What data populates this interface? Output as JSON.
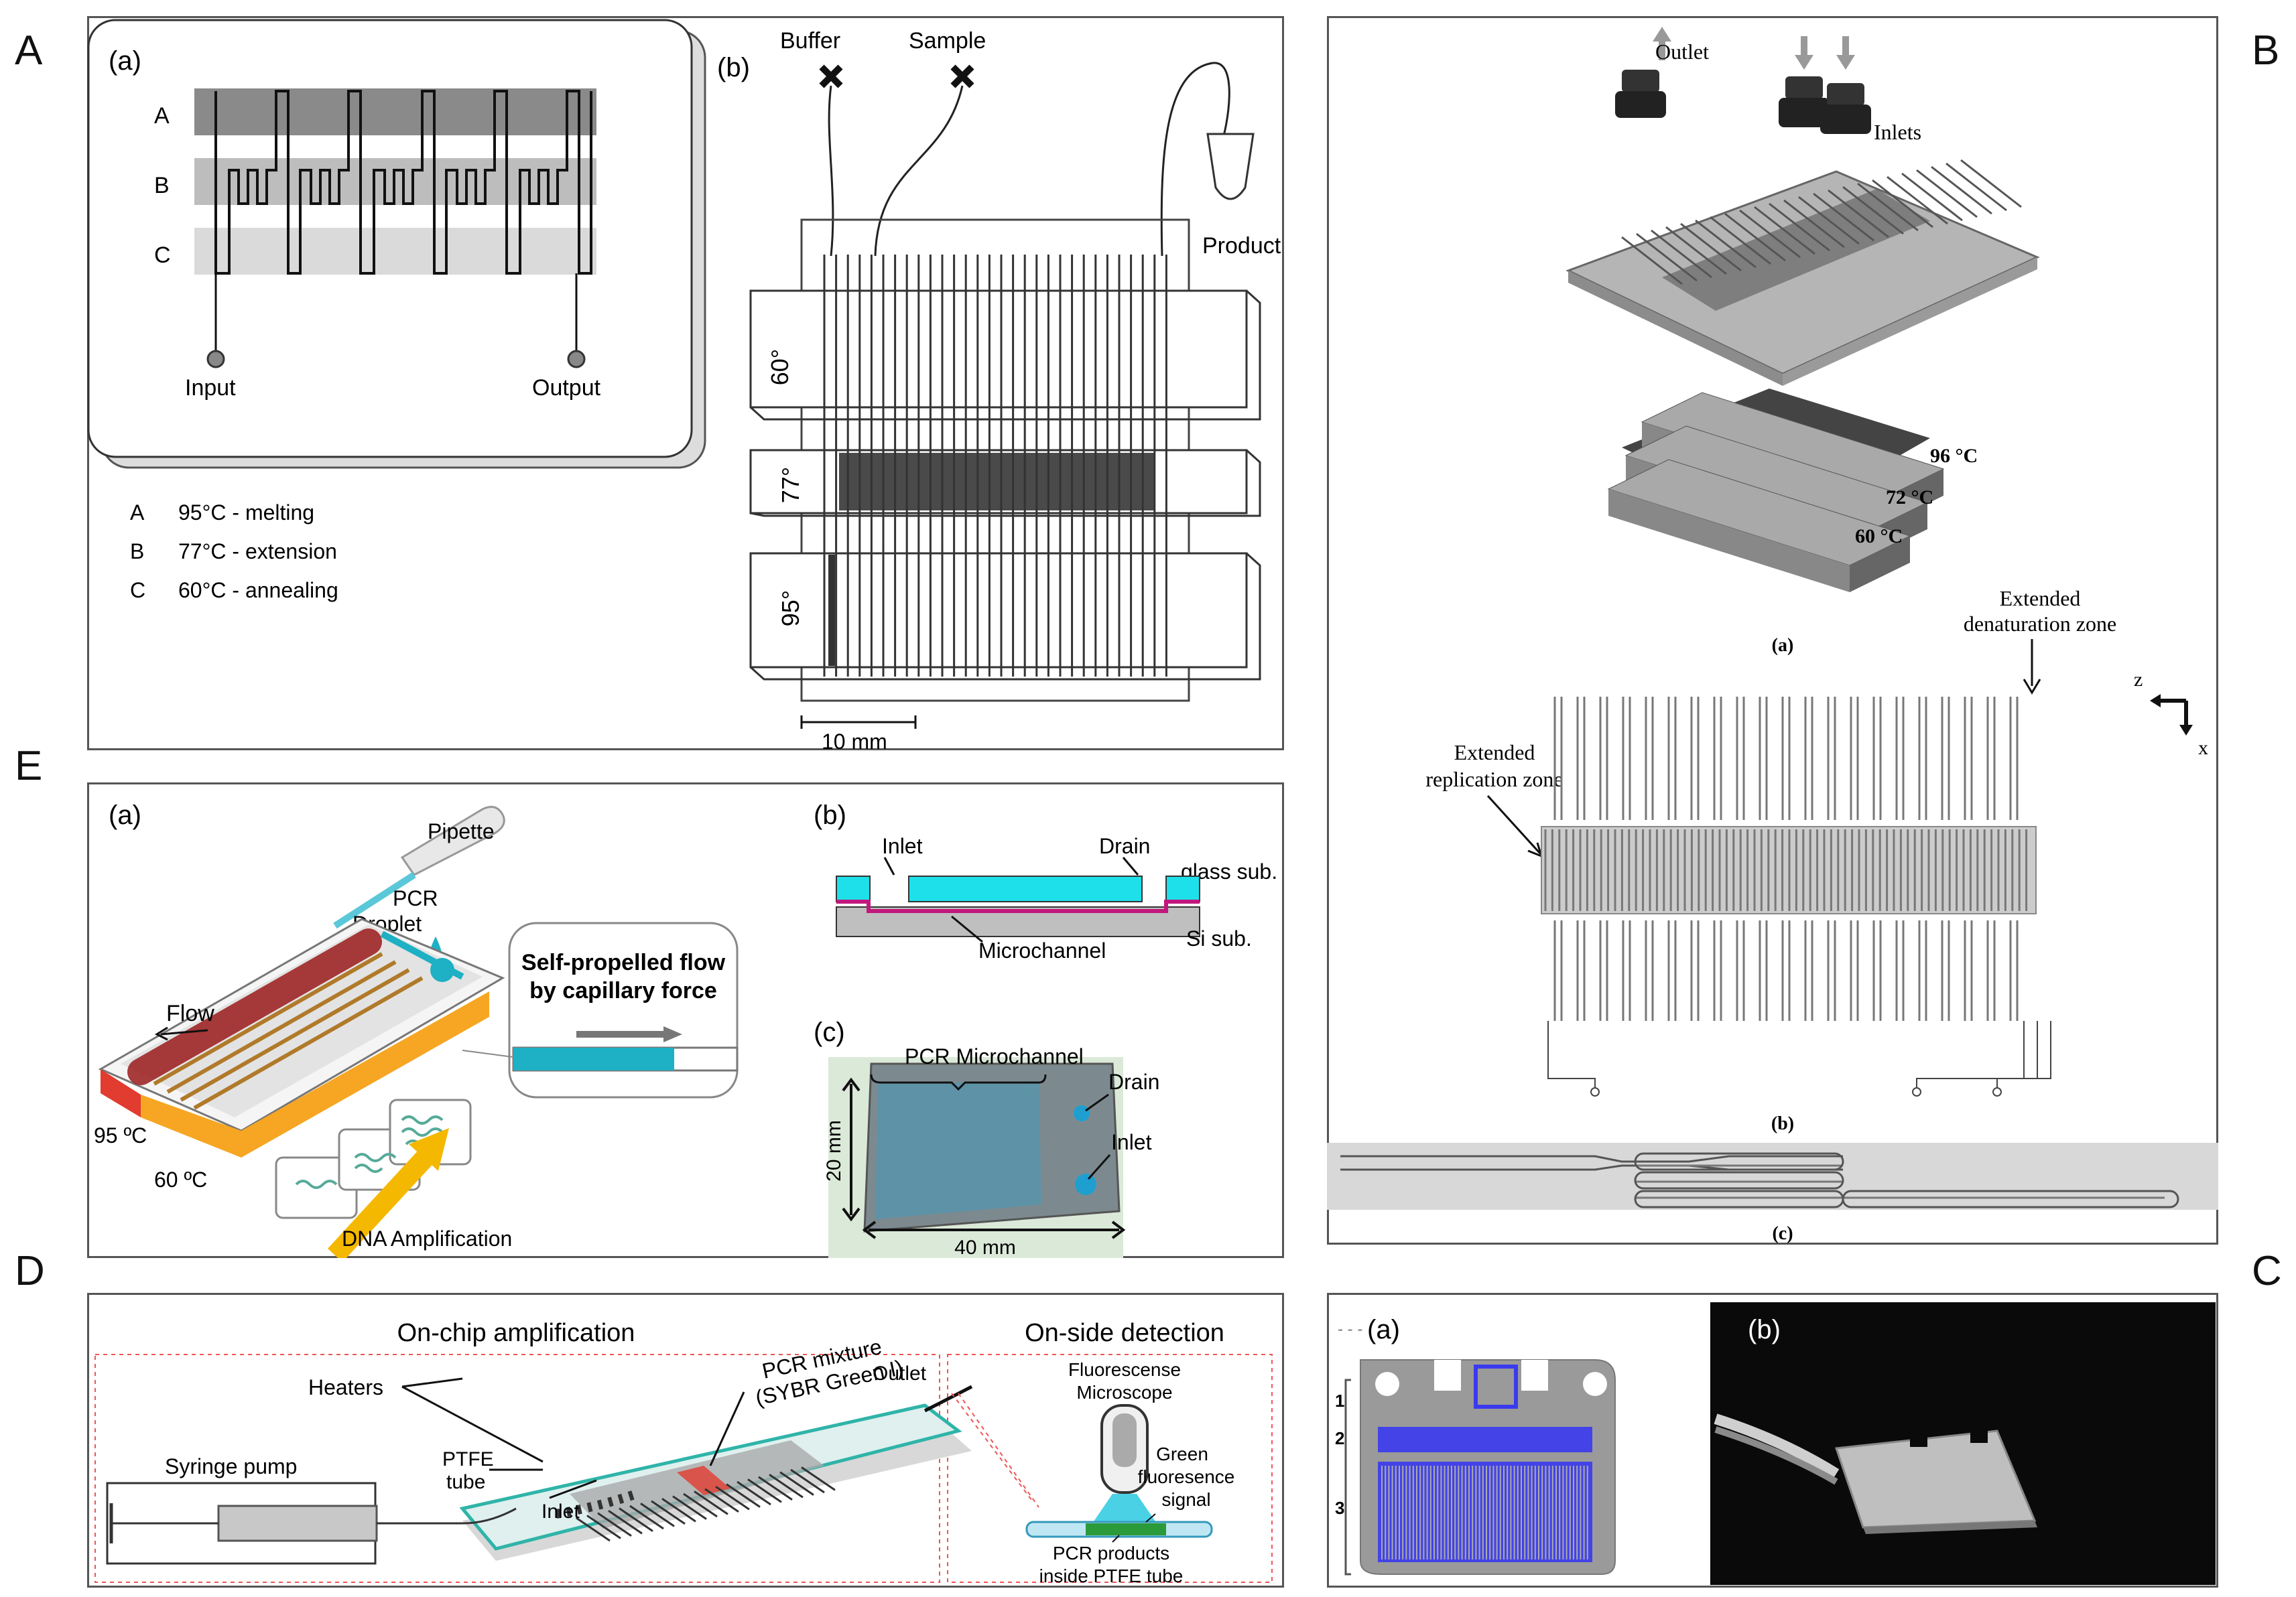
{
  "panel_letters": {
    "A": "A",
    "B": "B",
    "C": "C",
    "D": "D",
    "E": "E"
  },
  "panelA": {
    "sub_a": "(a)",
    "sub_b": "(b)",
    "zones": [
      "A",
      "B",
      "C"
    ],
    "input": "Input",
    "output": "Output",
    "legend": [
      {
        "key": "A",
        "text": "95°C - melting"
      },
      {
        "key": "B",
        "text": "77°C - extension"
      },
      {
        "key": "C",
        "text": "60°C - annealing"
      }
    ],
    "buffer": "Buffer",
    "sample": "Sample",
    "product": "Product",
    "temps": [
      "60°",
      "77°",
      "95°"
    ],
    "scale": "10 mm"
  },
  "panelB": {
    "outlet": "Outlet",
    "inlets": "Inlets",
    "temps": [
      "96 °C",
      "72 °C",
      "60 °C"
    ],
    "cap_a": "(a)",
    "cap_b": "(b)",
    "cap_c": "(c)",
    "denat_1": "Extended",
    "denat_2": "denaturation zone",
    "repl_1": "Extended",
    "repl_2": "replication zone",
    "axis_z": "z",
    "axis_x": "x"
  },
  "panelE": {
    "sub_a": "(a)",
    "sub_b": "(b)",
    "sub_c": "(c)",
    "pipette": "Pipette",
    "pcr": "PCR",
    "droplet": "Droplet",
    "flow": "Flow",
    "self_1": "Self-propelled flow",
    "self_2": "by capillary force",
    "t95": "95 ºC",
    "t60": "60 ºC",
    "dna": "DNA Amplification",
    "inlet": "Inlet",
    "drain": "Drain",
    "glass": "glass sub.",
    "microchannel": "Microchannel",
    "si": "Si sub.",
    "pcr_micro": "PCR Microchannel",
    "drain_c": "Drain",
    "inlet_c": "Inlet",
    "dim20": "20 mm",
    "dim40": "40 mm"
  },
  "panelD": {
    "onchip": "On-chip amplification",
    "onside": "On-side detection",
    "heaters": "Heaters",
    "pcr_mix_1": "PCR mixture",
    "pcr_mix_2": "(SYBR Green I)",
    "outlet": "Outlet",
    "syringe": "Syringe pump",
    "ptfe_1": "PTFE",
    "ptfe_2": "tube",
    "inlet": "Inlet",
    "fluo_1": "Fluorescense",
    "fluo_2": "Microscope",
    "green_1": "Green",
    "green_2": "fluoresence",
    "green_3": "signal",
    "prod_1": "PCR products",
    "prod_2": "inside PTFE tube"
  },
  "panelC": {
    "sub_a": "(a)",
    "sub_b": "(b)",
    "dash": "- - -",
    "nums": [
      "1",
      "2",
      "3"
    ]
  }
}
